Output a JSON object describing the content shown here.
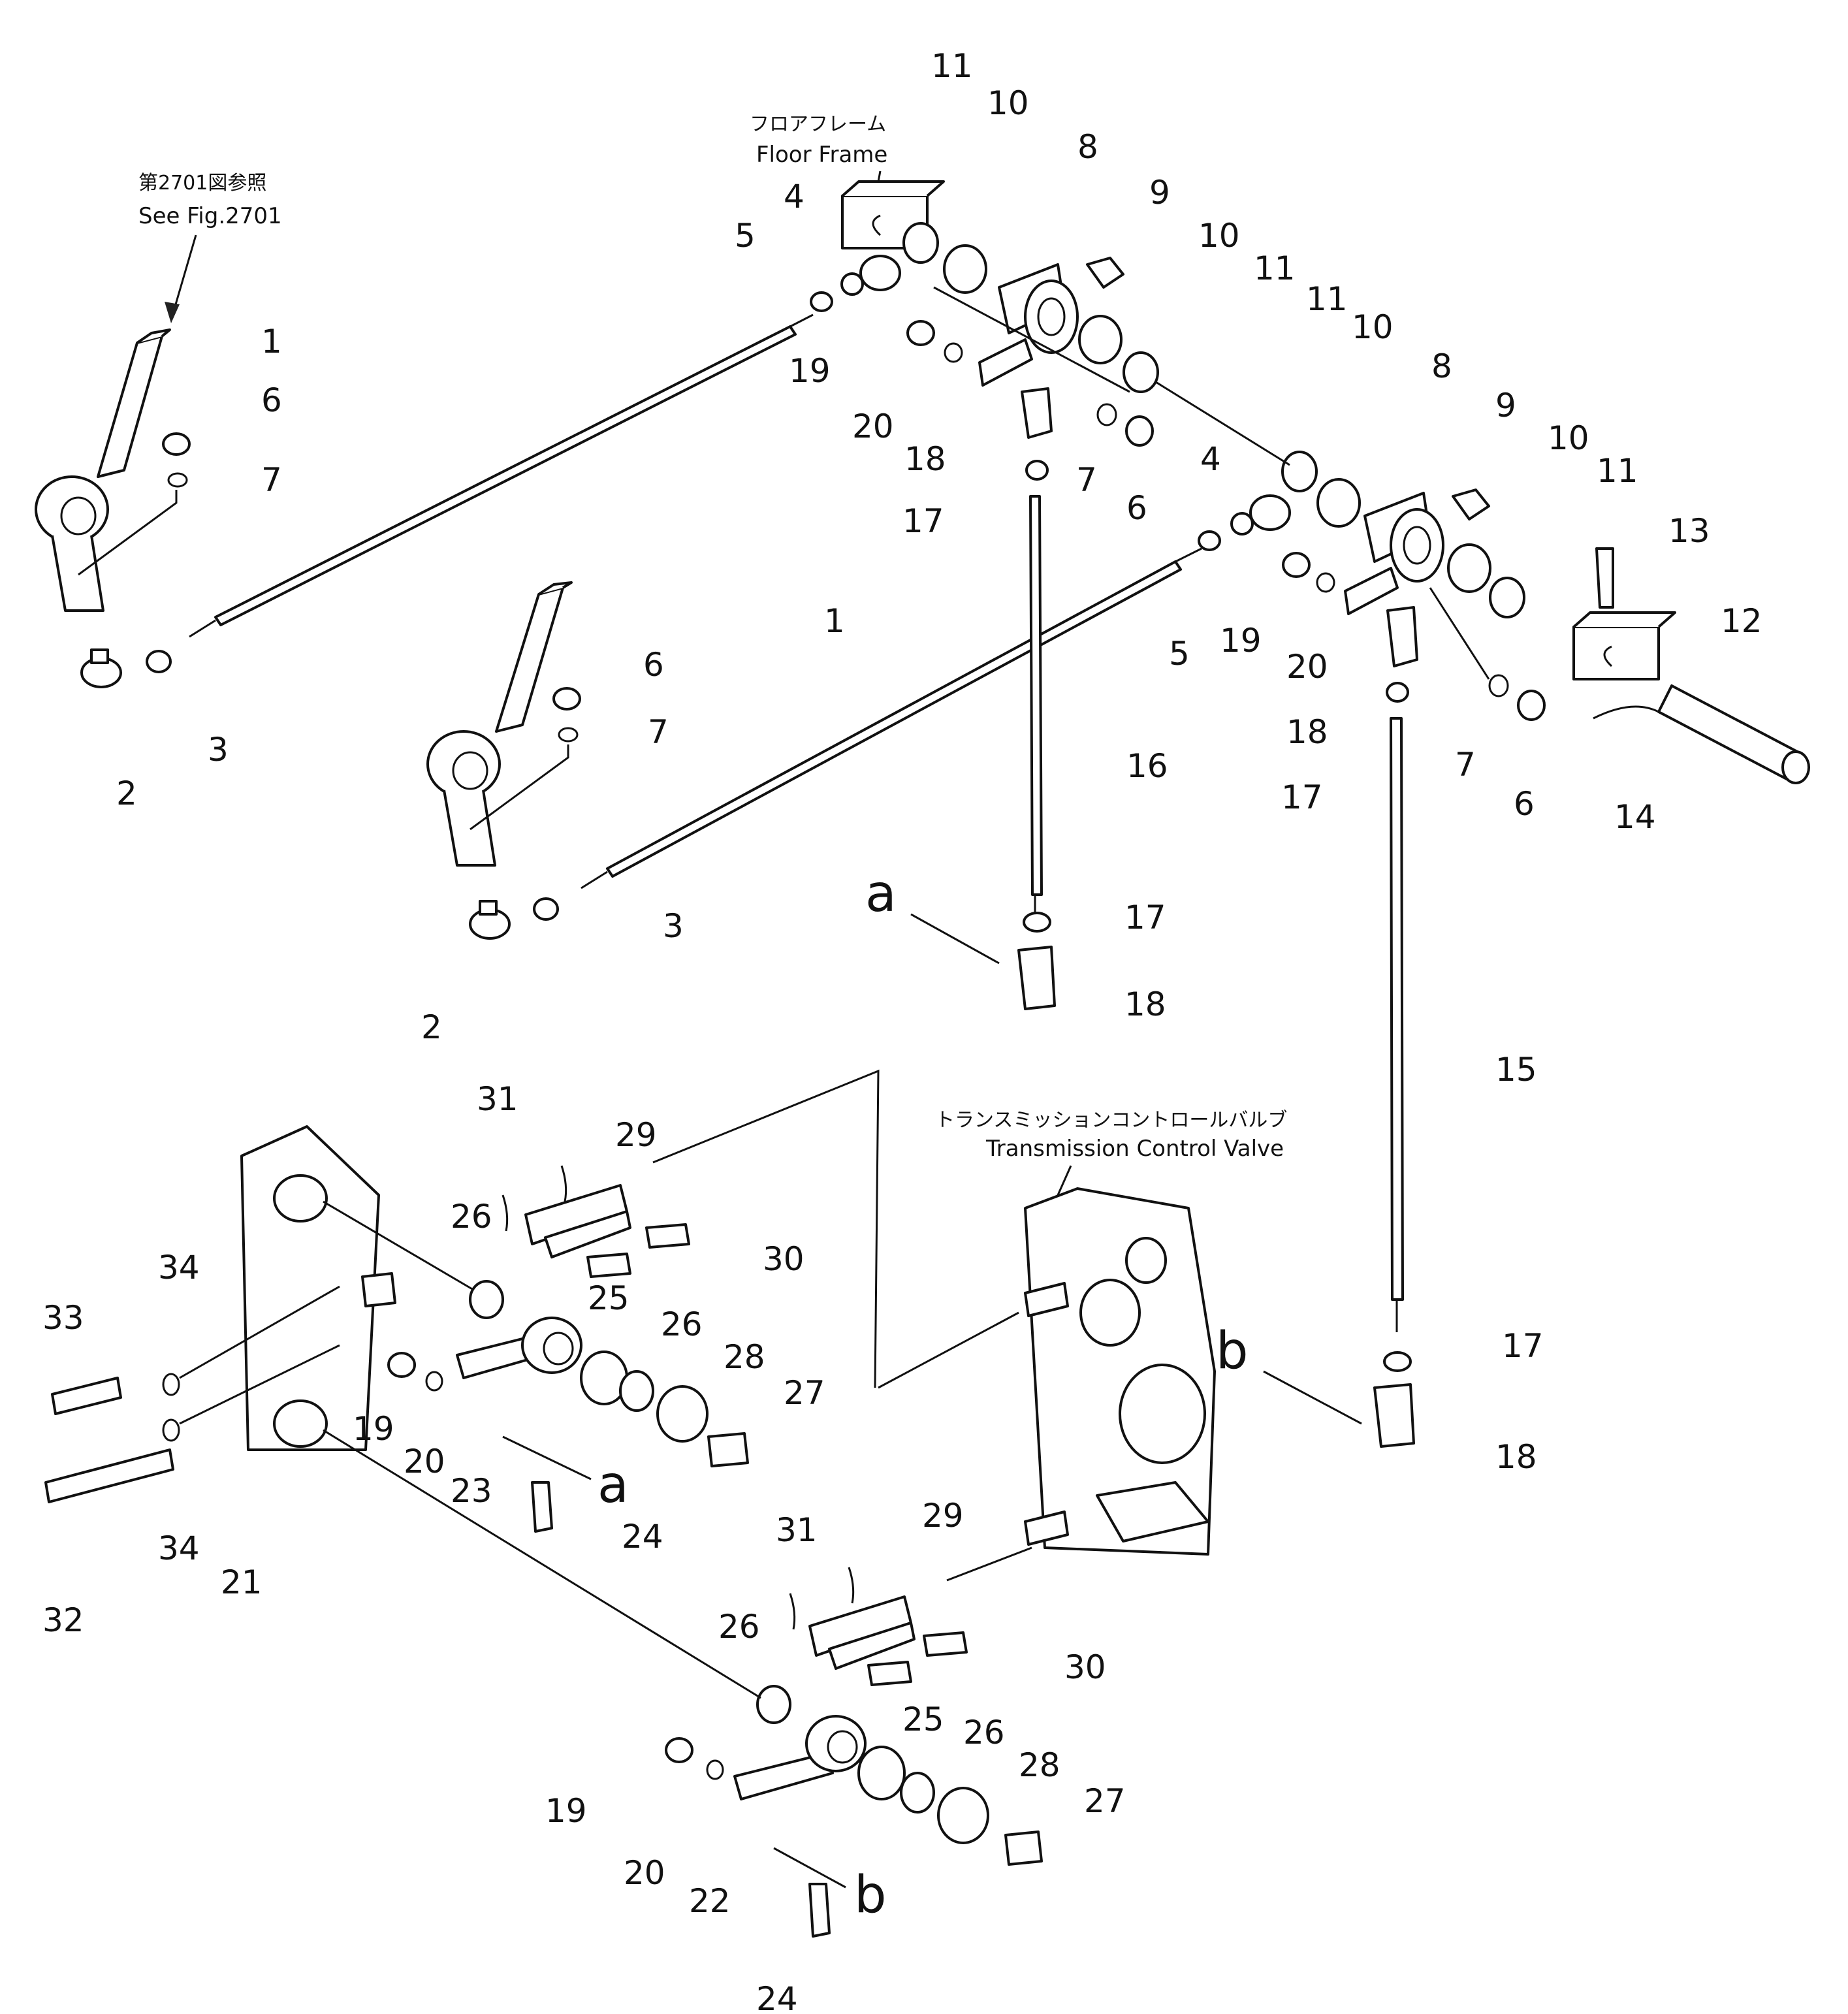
{
  "notes": {
    "fig_ref_jp": "第2701図参照",
    "fig_ref_en": "See Fig.2701",
    "floor_frame_jp": "フロアフレーム",
    "floor_frame_en": "Floor Frame",
    "tcv_jp": "トランスミッションコントロールバルブ",
    "tcv_en": "Transmission Control Valve"
  },
  "view_refs": [
    "a",
    "b"
  ],
  "part_numbers": [
    "1",
    "2",
    "3",
    "4",
    "5",
    "6",
    "7",
    "8",
    "9",
    "10",
    "11",
    "12",
    "13",
    "14",
    "15",
    "16",
    "17",
    "18",
    "19",
    "20",
    "21",
    "22",
    "23",
    "24",
    "25",
    "26",
    "27",
    "28",
    "29",
    "30",
    "31",
    "32",
    "33",
    "34"
  ],
  "colors": {
    "ink": "#111111",
    "paper": "#ffffff"
  }
}
